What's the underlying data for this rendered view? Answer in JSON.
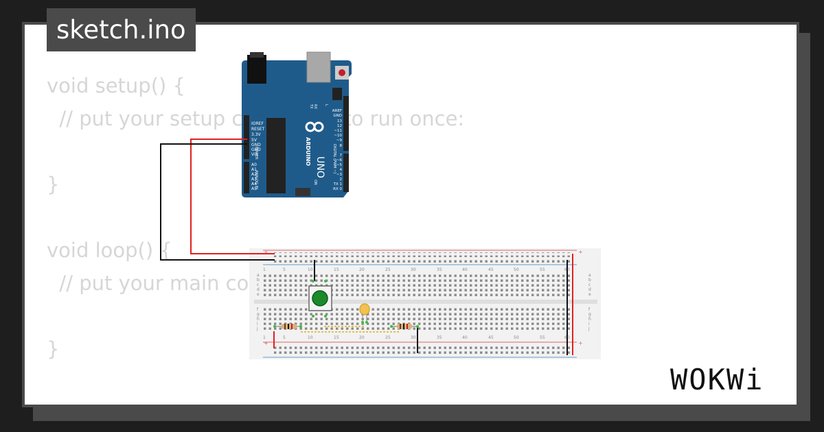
{
  "file_tab": {
    "label": "sketch.ino"
  },
  "code_lines": [
    "void setup() {",
    "  // put your setup code here, to run once:",
    "",
    "}",
    "",
    "void loop() {",
    "  // put your main code here, to run repeatedly:",
    "",
    "}"
  ],
  "arduino": {
    "brand": "ARDUINO",
    "model": "UNO",
    "power_pins": [
      "IOREF",
      "RESET",
      "3.3V",
      "5V",
      "GND",
      "GND",
      "Vin"
    ],
    "analog_pins": [
      "A0",
      "A1",
      "A2",
      "A3",
      "A4",
      "A5"
    ],
    "digital_pins": [
      "AREF",
      "GND",
      "13",
      "12",
      "~11",
      "~10",
      "~9",
      "8",
      "7",
      "~6",
      "~5",
      "4",
      "~3",
      "2",
      "TX 1",
      "RX 0"
    ],
    "power_label": "POWER",
    "analog_label": "ANALOG IN",
    "digital_label": "DIGITAL (PWM ~)",
    "tx_label": "TX",
    "rx_label": "RX",
    "l_label": "L",
    "on_label": "ON"
  },
  "breadboard": {
    "column_numbers": [
      "1",
      "5",
      "10",
      "15",
      "20",
      "25",
      "30",
      "35",
      "40",
      "45",
      "50",
      "55",
      "60"
    ],
    "row_letters_top": [
      "a",
      "b",
      "c",
      "d",
      "e"
    ],
    "row_letters_bottom": [
      "f",
      "g",
      "h",
      "i",
      "j"
    ]
  },
  "logo": {
    "text": "WOKWi"
  },
  "colors": {
    "background": "#1e1e1e",
    "frame": "#4a4a4a",
    "board_blue": "#1f5b8a",
    "wire_red": "#e02020",
    "wire_black": "#111111",
    "button_green": "#1a8a2a",
    "led_yellow": "#f2c14e"
  }
}
